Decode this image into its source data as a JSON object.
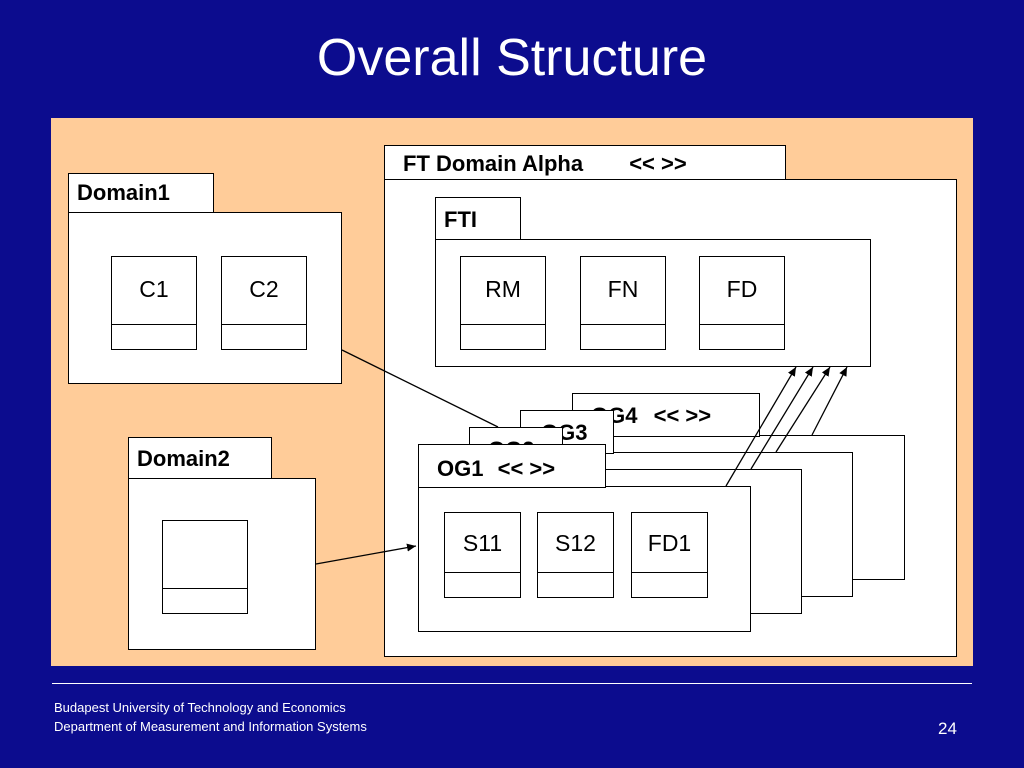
{
  "slide": {
    "title": "Overall Structure",
    "footer_line1": "Budapest University of Technology and Economics",
    "footer_line2": "Department  of Measurement and Information Systems",
    "page_number": "24"
  },
  "diagram": {
    "domain1": {
      "label": "Domain1",
      "classes": [
        "C1",
        "C2"
      ]
    },
    "domain2": {
      "label": "Domain2"
    },
    "ft_domain": {
      "label": "FT Domain Alpha",
      "stereotype": "<<  >>"
    },
    "fti": {
      "label": "FTI",
      "classes": [
        "RM",
        "FN",
        "FD"
      ]
    },
    "og4": {
      "label": "OG4",
      "stereotype": "<<  >>"
    },
    "og3": {
      "label": "OG3"
    },
    "og2": {
      "label": "OG2"
    },
    "og1": {
      "label": "OG1",
      "stereotype": "<<  >>",
      "classes": [
        "S11",
        "S12",
        "FD1"
      ]
    }
  },
  "colors": {
    "background": "#0c0c8e",
    "canvas": "#ffcc99"
  }
}
